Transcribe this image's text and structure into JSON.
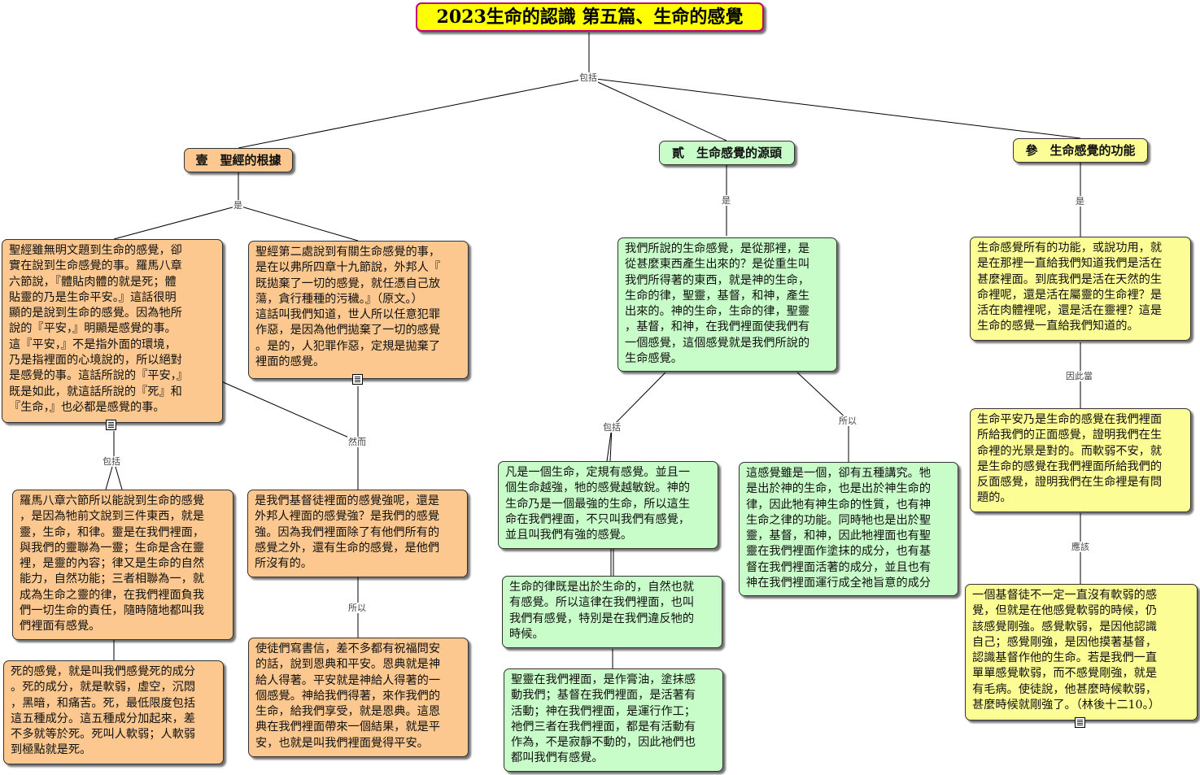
{
  "title": "2023生命的認識 第五篇、生命的感覺",
  "link_labels": {
    "root": "包括",
    "b1": "是",
    "b2": "是",
    "b3": "是",
    "n1_child": "包括",
    "n2_child": "然而",
    "n6_child": "所以",
    "g1_left": "包括",
    "g1_right": "所以",
    "y1_child": "因此當",
    "y2_child": "應該"
  },
  "branches": {
    "b1": "壹　聖經的根據",
    "b2": "貳　生命感覺的源頭",
    "b3": "參　生命感覺的功能"
  },
  "nodes": {
    "n1": "聖經雖無明文題到生命的感覺，卻\n實在說到生命感覺的事。羅馬八章\n六節說，『體貼肉體的就是死；體\n貼靈的乃是生命平安。』這話很明\n顯的是說到生命的感覺。因為牠所\n說的『平安，』明顯是感覺的事。\n這『平安，』不是指外面的環境，\n乃是指裡面的心境說的，所以絕對\n是感覺的事。這話所說的『平安，』\n既是如此，就這話所說的『死』和\n『生命，』也必都是感覺的事。",
    "n2": "聖經第二處說到有關生命感覺的事，\n是在以弗所四章十九節說，外邦人『\n既拋棄了一切的感覺，就任憑自己放\n蕩，貪行種種的污穢。』（原文。）\n這話叫我們知道，世人所以任意犯罪\n作惡，是因為他們拋棄了一切的感覺\n。是的，人犯罪作惡，定規是拋棄了\n裡面的感覺。",
    "n3": "羅馬八章六節所以能說到生命的感覺\n，是因為牠前文說到三件東西，就是\n靈，生命，和律。靈是在我們裡面，\n與我們的靈聯為一靈；生命是含在靈\n裡，是靈的內容；律又是生命的自然\n能力，自然功能；三者相聯為一，就\n成為生命之靈的律，在我們裡面負我\n們一切生命的責任，隨時隨地都叫我\n們裡面有感覺。",
    "n4": "死的感覺，就是叫我們感覺死的成分\n。死的成分，就是軟弱，虛空，沉悶\n，黑暗，和痛苦。死，最低限度包括\n這五種成分。這五種成分加起來，差\n不多就等於死。死叫人軟弱；人軟弱\n到極點就是死。",
    "n5": "是我們基督徒裡面的感覺強呢，還是\n外邦人裡面的感覺強？是我們的感覺\n強。因為我們裡面除了有他們所有的\n感覺之外，還有生命的感覺，是他們\n所沒有的。",
    "n6": "使徒們寫書信，差不多都有祝福問安\n的話，說到恩典和平安。恩典就是神\n給人得著。平安就是神給人得著的一\n個感覺。神給我們得著，來作我們的\n生命，給我們享受，就是恩典。這恩\n典在我們裡面帶來一個結果，就是平\n安，也就是叫我們裡面覺得平安。",
    "g1": "我們所說的生命感覺，是從那裡，是\n從甚麼東西產生出來的？是從重生叫\n我們所得著的東西，就是神的生命，\n生命的律，聖靈，基督，和神，產生\n出來的。神的生命，生命的律，聖靈\n，基督，和神，在我們裡面使我們有\n一個感覺，這個感覺就是我們所說的\n生命感覺。",
    "g2": "凡是一個生命，定規有感覺。並且一\n個生命越強，牠的感覺越敏銳。神的\n生命乃是一個最強的生命，所以這生\n命在我們裡面，不只叫我們有感覺，\n並且叫我們有強的感覺。",
    "g3": "這感覺雖是一個，卻有五種講究。牠\n是出於神的生命，也是出於神生命的\n律，因此牠有神生命的性質，也有神\n生命之律的功能。同時牠也是出於聖\n靈，基督，和神，因此牠裡面也有聖\n靈在我們裡面作塗抹的成分，也有基\n督在我們裡面活著的成分，並且也有\n神在我們裡面運行成全祂旨意的成分",
    "g4": "生命的律既是出於生命的，自然也就\n有感覺。所以這律在我們裡面，也叫\n我們有感覺，特別是在我們違反牠的\n時候。",
    "g5": "聖靈在我們裡面，是作膏油，塗抹感\n動我們；基督在我們裡面，是活著有\n活動；神在我們裡面，是運行作工；\n祂們三者在我們裡面，都是有活動有\n作為，不是寂靜不動的，因此祂們也\n都叫我們有感覺。",
    "y1": "生命感覺所有的功能，或說功用，就\n是在那裡一直給我們知道我們是活在\n甚麼裡面。到底我們是活在天然的生\n命裡呢，還是活在屬靈的生命裡？是\n活在肉體裡呢，還是活在靈裡？這是\n生命的感覺一直給我們知道的。",
    "y2": "生命平安乃是生命的感覺在我們裡面\n所給我們的正面感覺，證明我們在生\n命裡的光景是對的。而軟弱不安，就\n是生命的感覺在我們裡面所給我們的\n反面感覺，證明我們在生命裡是有問\n題的。",
    "y3": "一個基督徒不一定一直沒有軟弱的感\n覺，但就是在他感覺軟弱的時候，仍\n該感覺剛強。感覺軟弱，是因他認識\n自己；感覺剛強，是因他摸著基督，\n認識基督作他的生命。若是我們一直\n單單感覺軟弱，而不感覺剛強，就是\n有毛病。使徒說，他甚麼時候軟弱，\n甚麼時候就剛強了。（林後十二10。）"
  }
}
